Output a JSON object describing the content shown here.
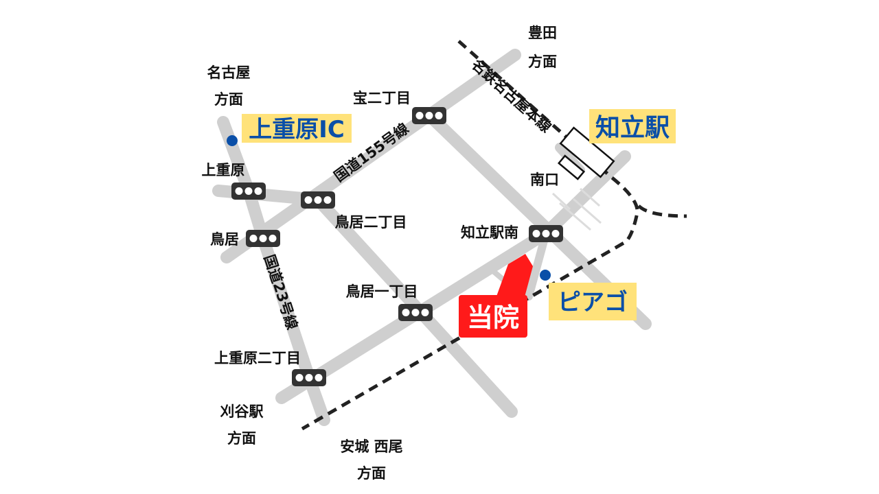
{
  "directions": {
    "nagoya": [
      "名古屋",
      "方面"
    ],
    "toyota": [
      "豊田",
      "方面"
    ],
    "kariya": [
      "刈谷駅",
      "方面"
    ],
    "anjo": [
      "安城 西尾",
      "方面"
    ]
  },
  "roads": {
    "route155": "国道155号線",
    "route23": "国道23号線",
    "railway": "名鉄名古屋本線"
  },
  "intersections": {
    "takara2": "宝二丁目",
    "kamishigehara": "上重原",
    "torii": "鳥居",
    "torii2": "鳥居二丁目",
    "torii1": "鳥居一丁目",
    "kamishigehara2": "上重原二丁目",
    "chiryu_minami": "知立駅南"
  },
  "landmarks": {
    "ic": "上重原IC",
    "station": "知立駅",
    "south_exit": "南口",
    "piago": "ピアゴ",
    "clinic": "当院"
  },
  "colors": {
    "clinic": "#ff1a1a",
    "highlight": "#ffe27a",
    "blue_text": "#0a4fa8",
    "road": "#cfcfcf"
  }
}
